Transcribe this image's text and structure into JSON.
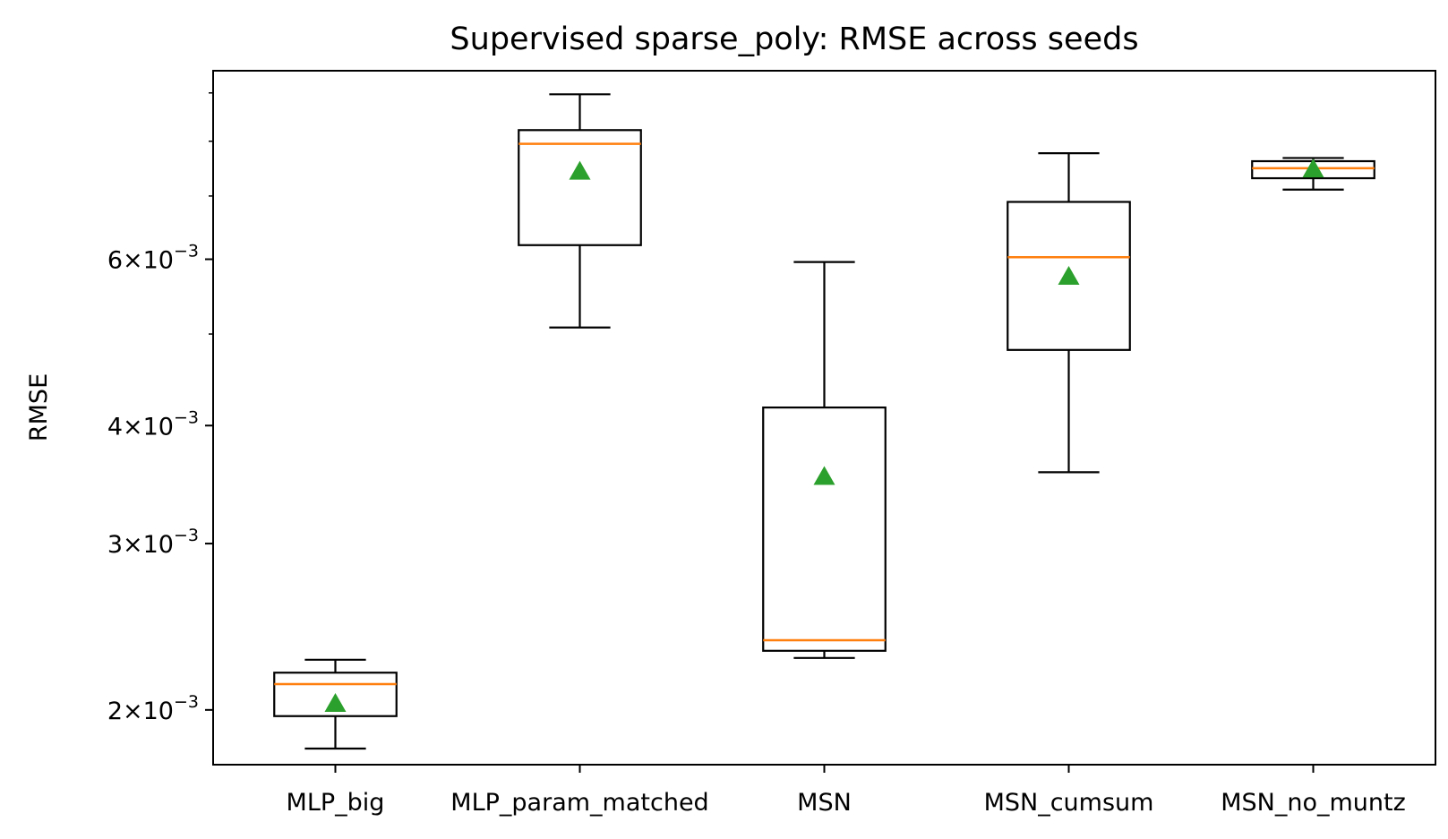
{
  "chart_data": {
    "type": "box",
    "title": "Supervised sparse_poly: RMSE across seeds",
    "xlabel": "",
    "ylabel": "RMSE",
    "yscale": "log",
    "ylim": [
      0.00175,
      0.0095
    ],
    "grid": false,
    "legend": "none",
    "categories": [
      "MLP_big",
      "MLP_param_matched",
      "MSN",
      "MSN_cumsum",
      "MSN_no_muntz"
    ],
    "y_ticks": [
      {
        "value": 0.002,
        "coef": "2",
        "exp": "−3"
      },
      {
        "value": 0.003,
        "coef": "3",
        "exp": "−3"
      },
      {
        "value": 0.004,
        "coef": "4",
        "exp": "−3"
      },
      {
        "value": 0.006,
        "coef": "6",
        "exp": "−3"
      }
    ],
    "y_minor_ticks": [
      0.005,
      0.007,
      0.008,
      0.009
    ],
    "boxes": [
      {
        "category": "MLP_big",
        "whisker_low": 0.00182,
        "q1": 0.00197,
        "median": 0.00213,
        "q3": 0.00219,
        "whisker_high": 0.00226,
        "mean": 0.00203
      },
      {
        "category": "MLP_param_matched",
        "whisker_low": 0.00508,
        "q1": 0.00621,
        "median": 0.00795,
        "q3": 0.00822,
        "whisker_high": 0.00897,
        "mean": 0.00743
      },
      {
        "category": "MSN",
        "whisker_low": 0.00227,
        "q1": 0.00231,
        "median": 0.00237,
        "q3": 0.00418,
        "whisker_high": 0.00596,
        "mean": 0.00353
      },
      {
        "category": "MSN_cumsum",
        "whisker_low": 0.00357,
        "q1": 0.00481,
        "median": 0.00603,
        "q3": 0.0069,
        "whisker_high": 0.00777,
        "mean": 0.00575
      },
      {
        "category": "MSN_no_muntz",
        "whisker_low": 0.00711,
        "q1": 0.00731,
        "median": 0.00749,
        "q3": 0.00762,
        "whisker_high": 0.00768,
        "mean": 0.00747
      }
    ],
    "colors": {
      "box": "#000000",
      "median": "#ff7f0e",
      "mean": "#2ca02c",
      "background": "#ffffff"
    }
  }
}
